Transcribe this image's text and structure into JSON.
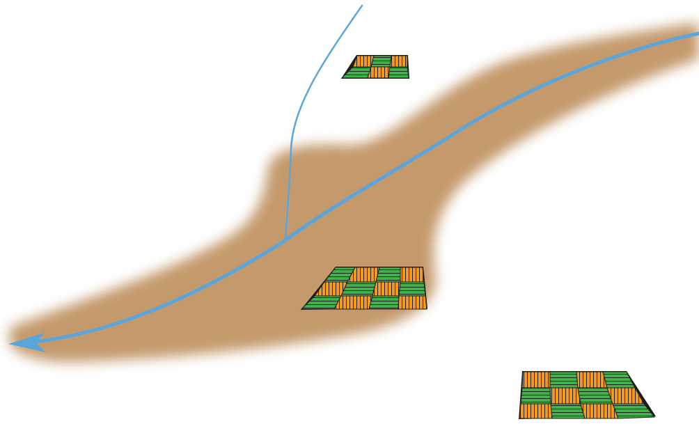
{
  "diagram": {
    "colors": {
      "background": "#ffffff",
      "floodplain": "#c49a6c",
      "river": "#5aa6dc",
      "field_green": "#3fb24a",
      "field_orange": "#f29a1f",
      "field_line": "#1e1e1e"
    },
    "elements": {
      "floodplain": "brown-floodplain-band",
      "main_river": "main-river-with-arrow",
      "tributary": "tributary-stream",
      "fields": [
        "field-small-upper",
        "field-middle-floodplain",
        "field-lower-right"
      ]
    }
  }
}
